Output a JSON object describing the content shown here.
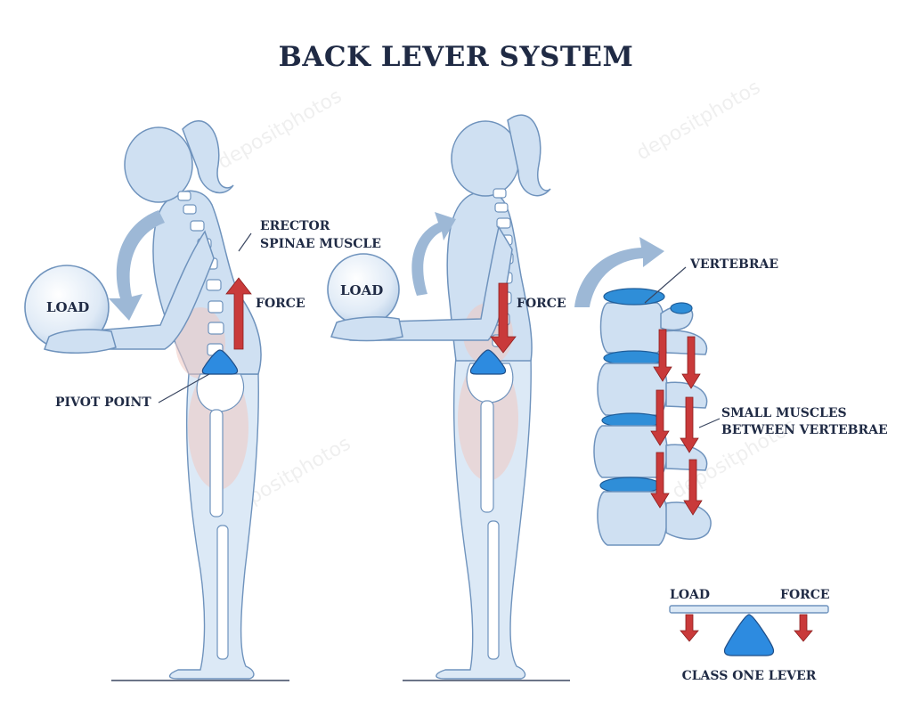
{
  "title": "BACK LEVER SYSTEM",
  "labels": {
    "load_left": "LOAD",
    "load_middle": "LOAD",
    "erector_line1": "ERECTOR",
    "erector_line2": "SPINAE MUSCLE",
    "force_left": "FORCE",
    "force_middle": "FORCE",
    "pivot_point": "PIVOT POINT",
    "vertebrae": "VERTEBRAE",
    "small_muscles_line1": "SMALL MUSCLES",
    "small_muscles_line2": "BETWEEN VERTEBRAE",
    "lever_load": "LOAD",
    "lever_force": "FORCE",
    "class_one_lever": "CLASS ONE LEVER"
  },
  "colors": {
    "ink": "#1f2a44",
    "body": "#cfe0f2",
    "outline": "#6f93bd",
    "arrow_red": "#c93a3a",
    "pivot_blue": "#2d8be0",
    "curve_arrow": "#9db8d6"
  }
}
